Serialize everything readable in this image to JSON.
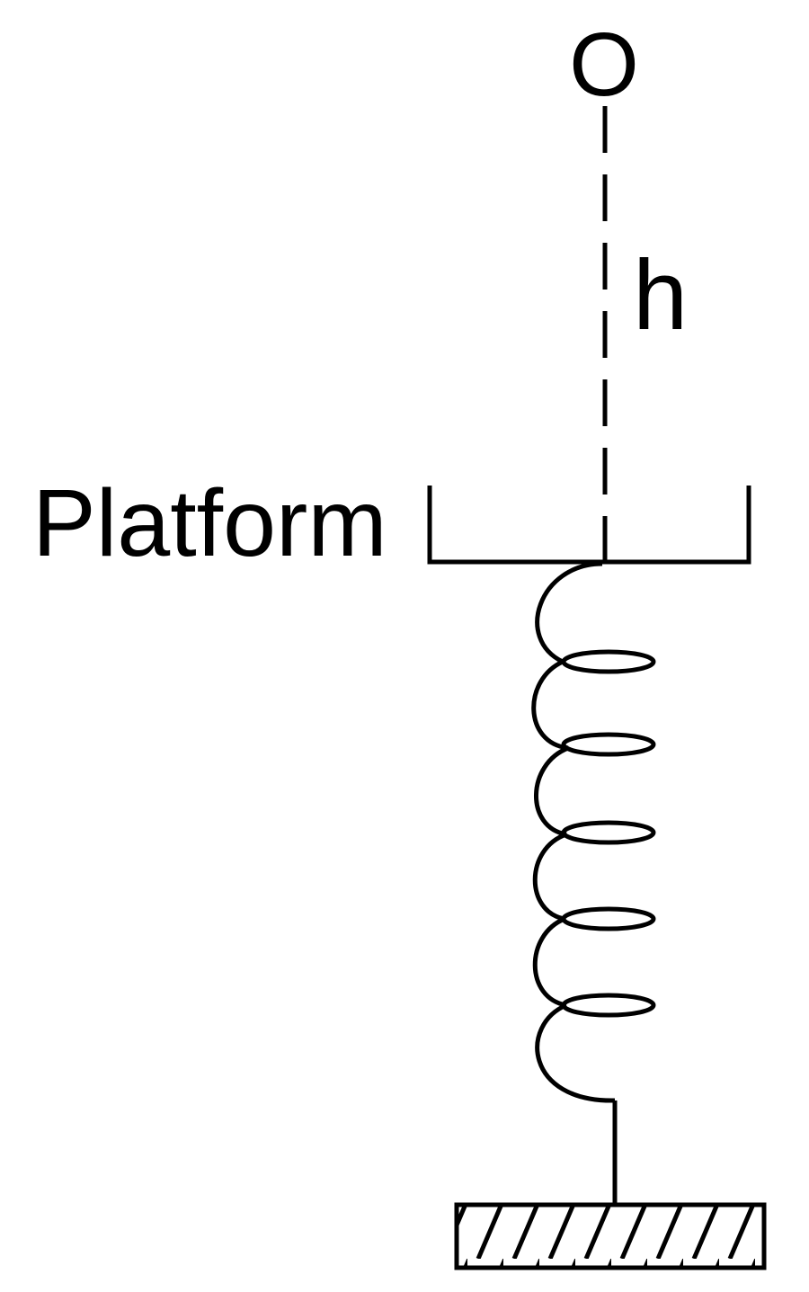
{
  "labels": {
    "ball": "O",
    "height": "h",
    "platform": "Platform"
  },
  "colors": {
    "ink": "#000000",
    "background": "#ffffff"
  },
  "spring": {
    "coil_count": 5
  }
}
